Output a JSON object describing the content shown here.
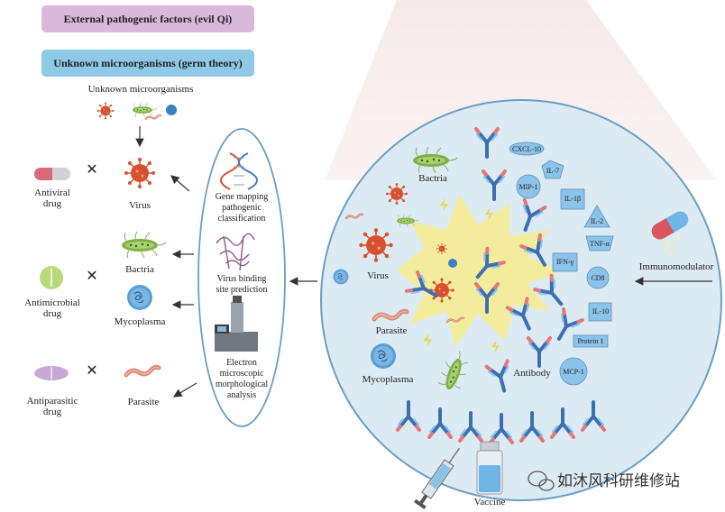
{
  "header": {
    "evil_qi": "External pathogenic factors (evil Qi)",
    "germ_theory": "Unknown microorganisms (germ theory)"
  },
  "left": {
    "unknown_label": "Unknown microorganisms",
    "rows": [
      {
        "drug": "Antiviral\ndrug",
        "pathogen": "Virus"
      },
      {
        "drug": "",
        "pathogen": "Bactria"
      },
      {
        "drug": "Antimicrobial\ndrug",
        "pathogen": "Mycoplasma"
      },
      {
        "drug": "Antiparasitic\ndrug",
        "pathogen": "Parasite"
      }
    ],
    "cross": "✕"
  },
  "middle": {
    "gene": "Gene mapping\npathogenic\nclassification",
    "binding": "Virus binding\nsite prediction",
    "electron": "Electron\nmicroscopic\nmorphological\nanalysis"
  },
  "circle": {
    "labels": {
      "bactria": "Bactria",
      "virus": "Virus",
      "parasite": "Parasite",
      "mycoplasma": "Mycoplasma",
      "antibody": "Antibody"
    },
    "cytokines": [
      "CXCL-10",
      "IL-7",
      "MIP-1",
      "IL-1β",
      "IL-2",
      "TNF-α",
      "IFN-γ",
      "CD8",
      "IL-10",
      "Protein 1",
      "MCP-1"
    ]
  },
  "right": {
    "immunomodulator": "Immunomodulator"
  },
  "bottom": {
    "vaccine": "Vaccine",
    "watermark": "如沐风科研维修站"
  },
  "colors": {
    "evil_qi_bg": "#d9b8dc",
    "germ_bg": "#8ec9e6",
    "circle_bg": "#dceaf3",
    "circle_border": "#6b9ec4",
    "burst": "#f3ec9c",
    "virus": "#d8502f",
    "bacteria": "#7fb04a",
    "mycoplasma": "#5a9fd4",
    "parasite": "#d98a7a",
    "cytokine": "#8cc3e8"
  }
}
